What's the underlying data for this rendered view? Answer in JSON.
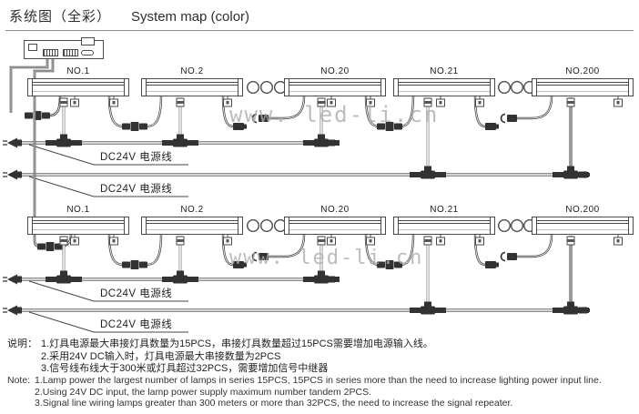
{
  "title": {
    "zh": "系统图（全彩）",
    "en": "System map (color)"
  },
  "watermark": "www. led-li.cn",
  "rows": [
    {
      "bar_labels": [
        "NO.1",
        "NO.2",
        "NO.20",
        "NO.21",
        "NO.200"
      ],
      "power_line_labels": [
        "DC24V 电源线",
        "DC24V 电源线"
      ]
    },
    {
      "bar_labels": [
        "NO.1",
        "NO.2",
        "NO.20",
        "NO.21",
        "NO.200"
      ],
      "power_line_labels": [
        "DC24V 电源线",
        "DC24V 电源线"
      ]
    }
  ],
  "notes_zh": {
    "prefix": "说明：",
    "items": [
      "1.灯具电源最大串接灯具数量为15PCS，串接灯具数量超过15PCS需要增加电源输入线。",
      "2.采用24V DC输入时，灯具电源最大串接数量为2PCS",
      "3.信号线布线大于300米或灯具超过32PCS，需要增加信号中继器"
    ]
  },
  "notes_en": {
    "prefix": "Note:",
    "items": [
      "1.Lamp power the largest number of lamps in series 15PCS, 15PCS in series more than the need to increase lighting power input line.",
      "2.Using 24V DC input, the lamp power supply maximum number tandem 2PCS.",
      "3.Signal line wiring lamps greater than 300 meters or more than 32PCS, the need to increase the signal repeater."
    ]
  },
  "colors": {
    "line": "#4a4a4a",
    "connector": "#323232",
    "cable_gray": "#9a9a9a",
    "watermark": "#c9c9c9"
  }
}
